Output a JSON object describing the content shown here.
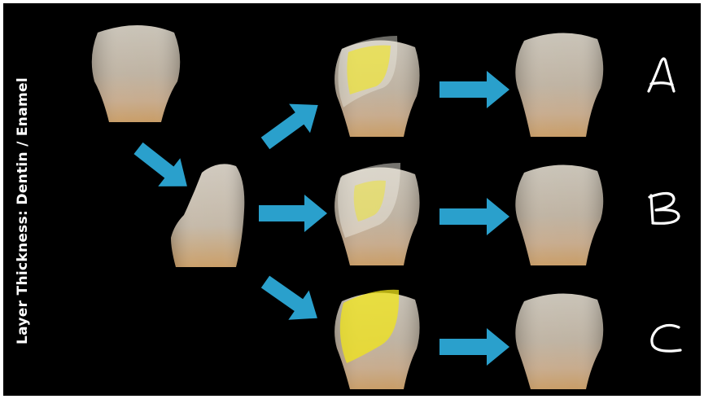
{
  "title": "Layer Thickness: Dentin / Enamel",
  "rows": [
    {
      "label": "A",
      "dentin_coverage": "partial"
    },
    {
      "label": "B",
      "dentin_coverage": "small"
    },
    {
      "label": "C",
      "dentin_coverage": "large"
    }
  ],
  "colors": {
    "background": "#000000",
    "arrow": "#2aa0cc",
    "dentin_overlay": "#f2e61a",
    "text": "#ffffff"
  }
}
